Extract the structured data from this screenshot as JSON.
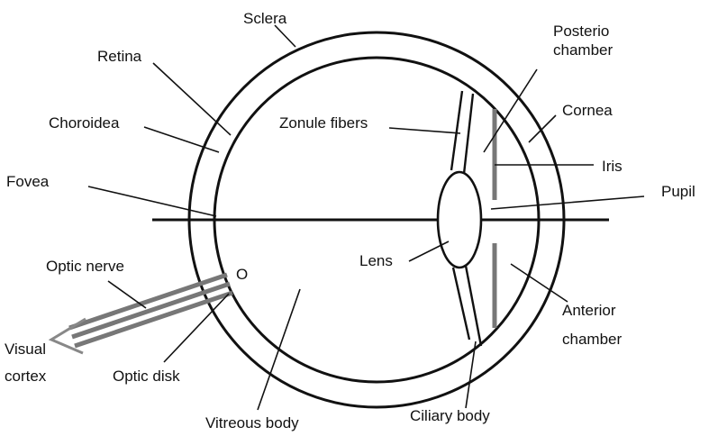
{
  "labels": {
    "sclera": "Sclera",
    "retina": "Retina",
    "posterio_1": "Posterio",
    "posterio_2": "chamber",
    "choroidea": "Choroidea",
    "zonule": "Zonule fibers",
    "cornea": "Cornea",
    "iris": "Iris",
    "fovea": "Fovea",
    "pupil": "Pupil",
    "optic_nerve": "Optic nerve",
    "o_mark": "O",
    "lens": "Lens",
    "anterior_1": "Anterior",
    "anterior_2": "chamber",
    "visual_1": "Visual",
    "visual_2": "cortex",
    "optic_disk": "Optic disk",
    "vitreous": "Vitreous body",
    "ciliary": "Ciliary body"
  },
  "colors": {
    "line": "#111111",
    "grey": "#777777"
  }
}
